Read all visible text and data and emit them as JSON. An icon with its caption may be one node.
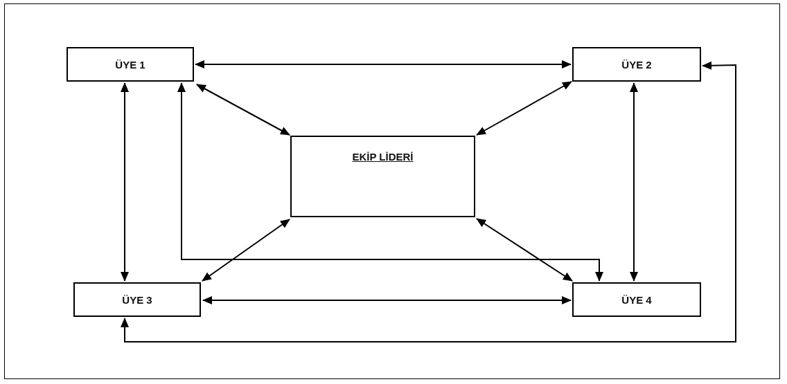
{
  "diagram": {
    "nodes": [
      {
        "text": [
          "ÜYE 1"
        ]
      },
      {
        "text": [
          "ÜYE 2"
        ]
      },
      {
        "text": [
          "EKİP LİDERİ"
        ]
      },
      {
        "text": [
          "ÜYE 3"
        ]
      },
      {
        "text": [
          "ÜYE 4"
        ]
      }
    ],
    "edges": [
      {
        "from": 0,
        "to": 1,
        "arrow": "both"
      },
      {
        "from": 0,
        "to": 2,
        "arrow": "both"
      },
      {
        "from": 1,
        "to": 2,
        "arrow": "both"
      },
      {
        "from": 0,
        "to": 3,
        "arrow": "both"
      },
      {
        "from": 1,
        "to": 4,
        "arrow": "both"
      },
      {
        "from": 2,
        "to": 3,
        "arrow": "both"
      },
      {
        "from": 2,
        "to": 4,
        "arrow": "both"
      },
      {
        "from": 3,
        "to": 4,
        "arrow": "both"
      },
      {
        "from": 0,
        "to": 4,
        "arrow": "both"
      },
      {
        "from": 1,
        "to": 3,
        "arrow": "both"
      }
    ]
  }
}
